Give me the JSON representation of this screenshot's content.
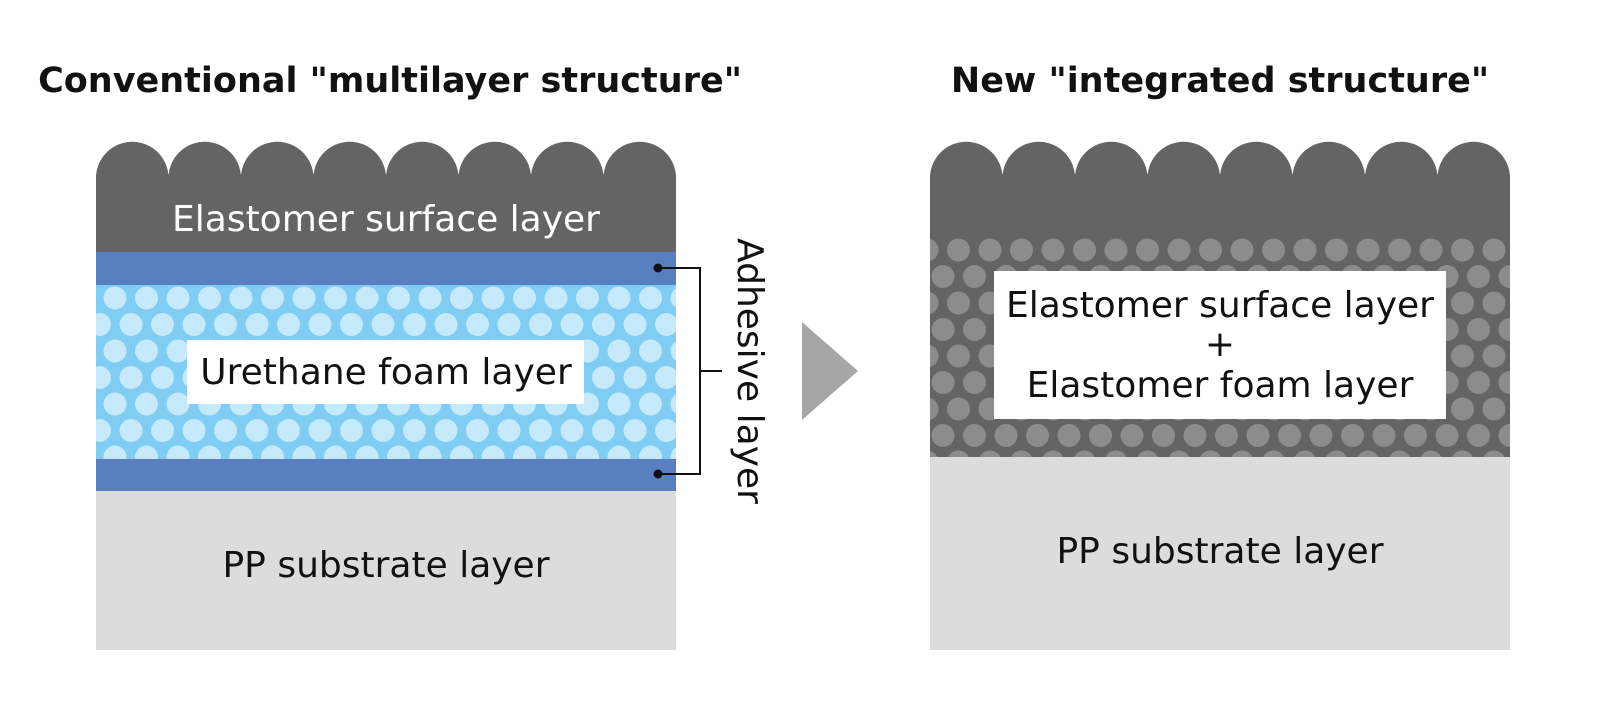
{
  "left": {
    "title": "Conventional \"multilayer structure\"",
    "surface_layer": "Elastomer surface layer",
    "foam_layer": "Urethane foam layer",
    "substrate_layer": "PP substrate layer",
    "adhesive_label": "Adhesive layer"
  },
  "right": {
    "title": "New \"integrated structure\"",
    "combined_line1": "Elastomer surface layer",
    "combined_plus": "+",
    "combined_line2": "Elastomer foam layer",
    "substrate_layer": "PP substrate layer"
  },
  "colors": {
    "surface": "#646464",
    "adhesive": "#5a7fc1",
    "urethane_foam": "#7fcdf2",
    "urethane_bubble": "#c6e9fb",
    "elastomer_bubble": "#8c8c8c",
    "substrate": "#dcdcdc",
    "arrow": "#a6a6a6"
  }
}
